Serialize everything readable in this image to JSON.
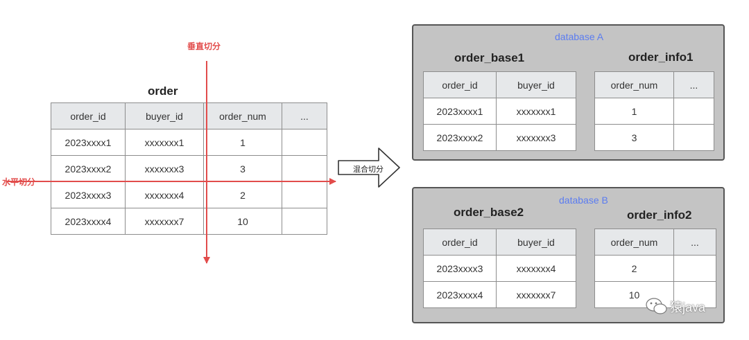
{
  "source": {
    "title": "order",
    "headers": [
      "order_id",
      "buyer_id",
      "order_num",
      "..."
    ],
    "rows": [
      [
        "2023xxxx1",
        "xxxxxxx1",
        "1",
        ""
      ],
      [
        "2023xxxx2",
        "xxxxxxx3",
        "3",
        ""
      ],
      [
        "2023xxxx3",
        "xxxxxxx4",
        "2",
        ""
      ],
      [
        "2023xxxx4",
        "xxxxxxx7",
        "10",
        ""
      ]
    ],
    "vertical_split_label": "垂直切分",
    "horizontal_split_label": "水平切分",
    "split_color": "#e24c4b"
  },
  "mixed_split_label": "混合切分",
  "databases": [
    {
      "label": "database A",
      "base": {
        "title": "order_base1",
        "headers": [
          "order_id",
          "buyer_id"
        ],
        "rows": [
          [
            "2023xxxx1",
            "xxxxxxx1"
          ],
          [
            "2023xxxx2",
            "xxxxxxx3"
          ]
        ]
      },
      "info": {
        "title": "order_info1",
        "headers": [
          "order_num",
          "..."
        ],
        "rows": [
          [
            "1",
            ""
          ],
          [
            "3",
            ""
          ]
        ]
      }
    },
    {
      "label": "database B",
      "base": {
        "title": "order_base2",
        "headers": [
          "order_id",
          "buyer_id"
        ],
        "rows": [
          [
            "2023xxxx3",
            "xxxxxxx4"
          ],
          [
            "2023xxxx4",
            "xxxxxxx7"
          ]
        ]
      },
      "info": {
        "title": "order_info2",
        "headers": [
          "order_num",
          "..."
        ],
        "rows": [
          [
            "2",
            ""
          ],
          [
            "10",
            ""
          ]
        ]
      }
    }
  ],
  "watermark": "猿java",
  "colors": {
    "db_label": "#5b7cf0",
    "db_background": "#c4c4c4",
    "header_fill": "#e6e8ea"
  }
}
